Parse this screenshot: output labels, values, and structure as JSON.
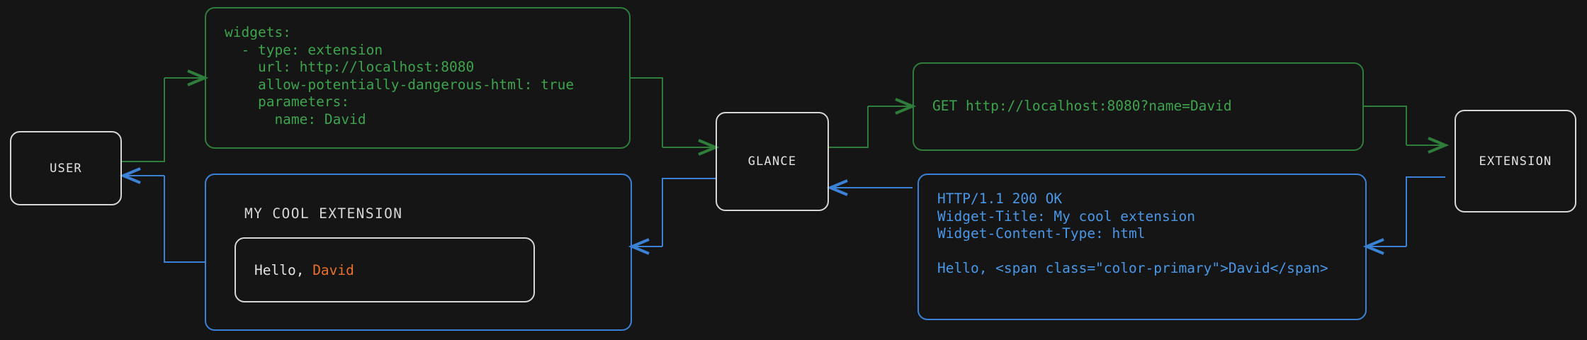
{
  "diagram": {
    "title": "Glance extension widget request flow",
    "background": "#151515",
    "colors": {
      "request": "#3ea34d",
      "request_border": "#2f7d3a",
      "response": "#4a97e8",
      "response_border": "#3b82d6",
      "neutral": "#d6d6d6",
      "accent": "#e8702a"
    }
  },
  "nodes": {
    "user": {
      "label": "USER"
    },
    "glance": {
      "label": "GLANCE"
    },
    "extension": {
      "label": "EXTENSION"
    }
  },
  "config_box": {
    "name": "yaml-config",
    "lines": [
      "widgets:",
      "  - type: extension",
      "    url: http://localhost:8080",
      "    allow-potentially-dangerous-html: true",
      "    parameters:",
      "      name: David"
    ],
    "text": "widgets:\n  - type: extension\n    url: http://localhost:8080\n    allow-potentially-dangerous-html: true\n    parameters:\n      name: David"
  },
  "request_box": {
    "name": "http-request",
    "lines": [
      "GET http://localhost:8080?name=David"
    ],
    "text": "GET http://localhost:8080?name=David"
  },
  "response_box": {
    "name": "http-response",
    "lines": [
      "HTTP/1.1 200 OK",
      "Widget-Title: My cool extension",
      "Widget-Content-Type: html",
      "",
      "Hello, <span class=\"color-primary\">David</span>"
    ],
    "text": "HTTP/1.1 200 OK\nWidget-Title: My cool extension\nWidget-Content-Type: html\n\nHello, <span class=\"color-primary\">David</span>"
  },
  "rendered_widget": {
    "title": "MY COOL EXTENSION",
    "body_prefix": "Hello, ",
    "body_accent": "David"
  }
}
